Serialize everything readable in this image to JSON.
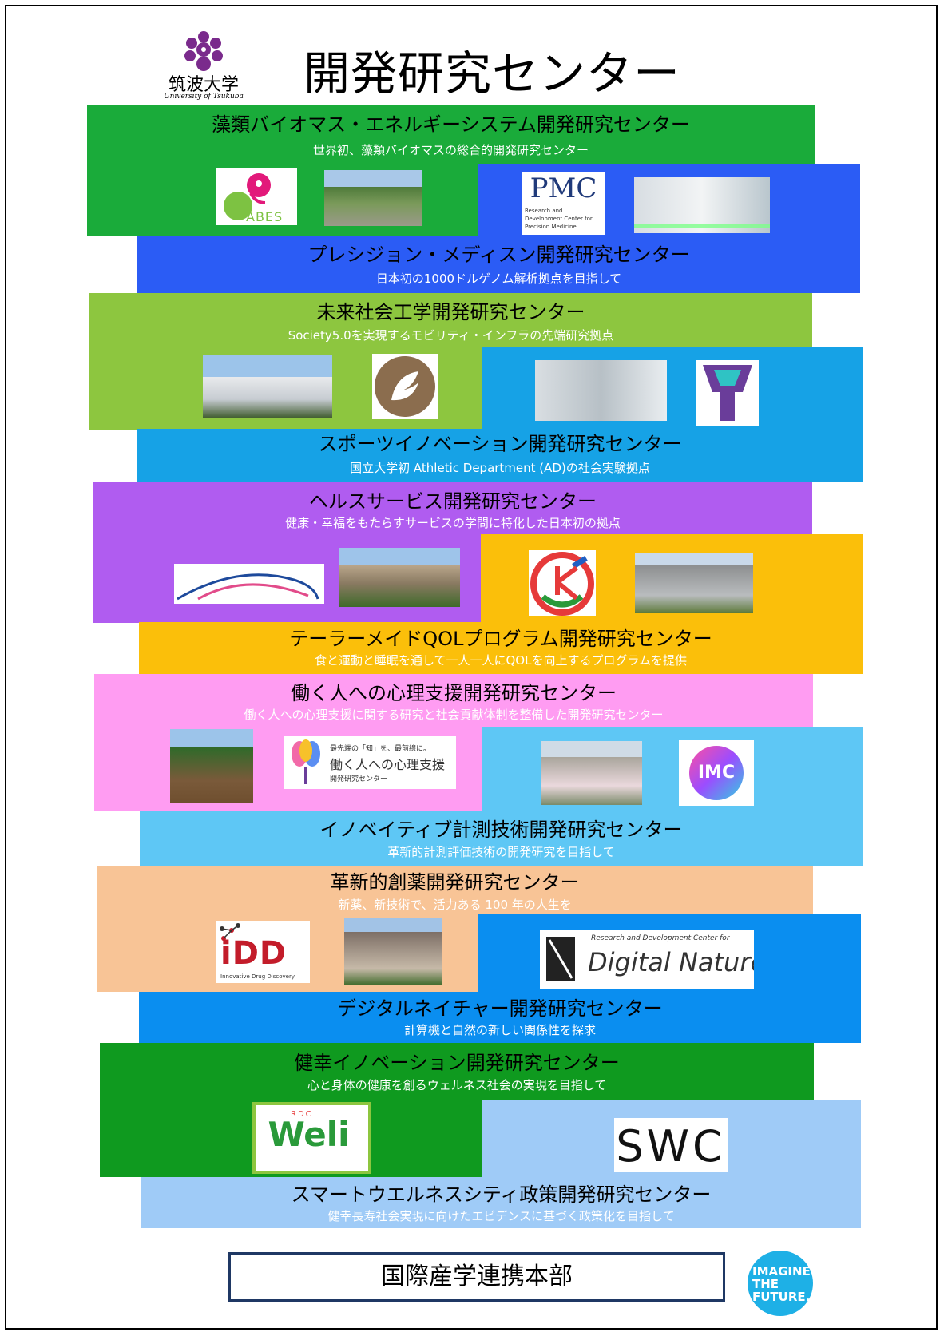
{
  "header": {
    "title": "開発研究センター",
    "university_jp": "筑波大学",
    "university_en": "University of Tsukuba"
  },
  "centers": [
    {
      "title": "藻類バイオマス・エネルギーシステム開発研究センター",
      "subtitle": "世界初、藻類バイオマスの総合的開発研究センター",
      "logo_text": "ABES",
      "color": "#1aab3a"
    },
    {
      "title": "プレシジョン・メディスン開発研究センター",
      "subtitle": "日本初の1000ドルゲノム解析拠点を目指して",
      "logo_text": "PMC",
      "logo_lines": [
        "Research and",
        "Development Center for",
        "Precision Medicine"
      ],
      "color": "#2b5cf5"
    },
    {
      "title": "未来社会工学開発研究センター",
      "subtitle": "Society5.0を実現するモビリティ・インフラの先端研究拠点",
      "color": "#8dc63f"
    },
    {
      "title": "スポーツイノベーション開発研究センター",
      "subtitle": "国立大学初 Athletic Department (AD)の社会実験拠点",
      "color": "#16a2e6"
    },
    {
      "title": "ヘルスサービス開発研究センター",
      "subtitle": "健康・幸福をもたらすサービスの学問に特化した日本初の拠点",
      "color": "#b05cf0"
    },
    {
      "title": "テーラーメイドQOLプログラム開発研究センター",
      "subtitle": "食と運動と睡眠を通して一人一人にQOLを向上するプログラムを提供",
      "color": "#fbbf0a"
    },
    {
      "title": "働く人への心理支援開発研究センター",
      "subtitle": "働く人への心理支援に関する研究と社会貢献体制を整備した開発研究センター",
      "logo_lines": [
        "最先端の「知」を、最前線に。",
        "働く人への心理支援",
        "開発研究センター"
      ],
      "color": "#ff9cf2"
    },
    {
      "title": "イノベイティブ計測技術開発研究センター",
      "subtitle": "革新的計測評価技術の開発研究を目指して",
      "logo_text": "IMC",
      "color": "#5ec7f5"
    },
    {
      "title": "革新的創薬開発研究センター",
      "subtitle": "新薬、新技術で、活力ある 100 年の人生を",
      "logo_text": "iDD",
      "logo_caption": "Innovative Drug Discovery",
      "color": "#f8c496"
    },
    {
      "title": "デジタルネイチャー開発研究センター",
      "subtitle": "計算機と自然の新しい関係性を探求",
      "logo_small": "Research and Development Center for",
      "logo_text": "Digital Nature",
      "color": "#0a8ef0"
    },
    {
      "title": "健幸イノベーション開発研究センター",
      "subtitle": "心と身体の健康を創るウェルネス社会の実現を目指して",
      "logo_text": "Weli",
      "logo_small": "RDC",
      "color": "#0f9a1f"
    },
    {
      "title": "スマートウエルネスシティ政策開発研究センター",
      "subtitle": "健幸長寿社会実現に向けたエビデンスに基づく政策化を目指して",
      "logo_text": "SWC",
      "color": "#9fcbf7"
    }
  ],
  "footer": {
    "label": "国際産学連携本部",
    "badge_lines": [
      "IMAGINE",
      "THE",
      "FUTURE."
    ]
  }
}
